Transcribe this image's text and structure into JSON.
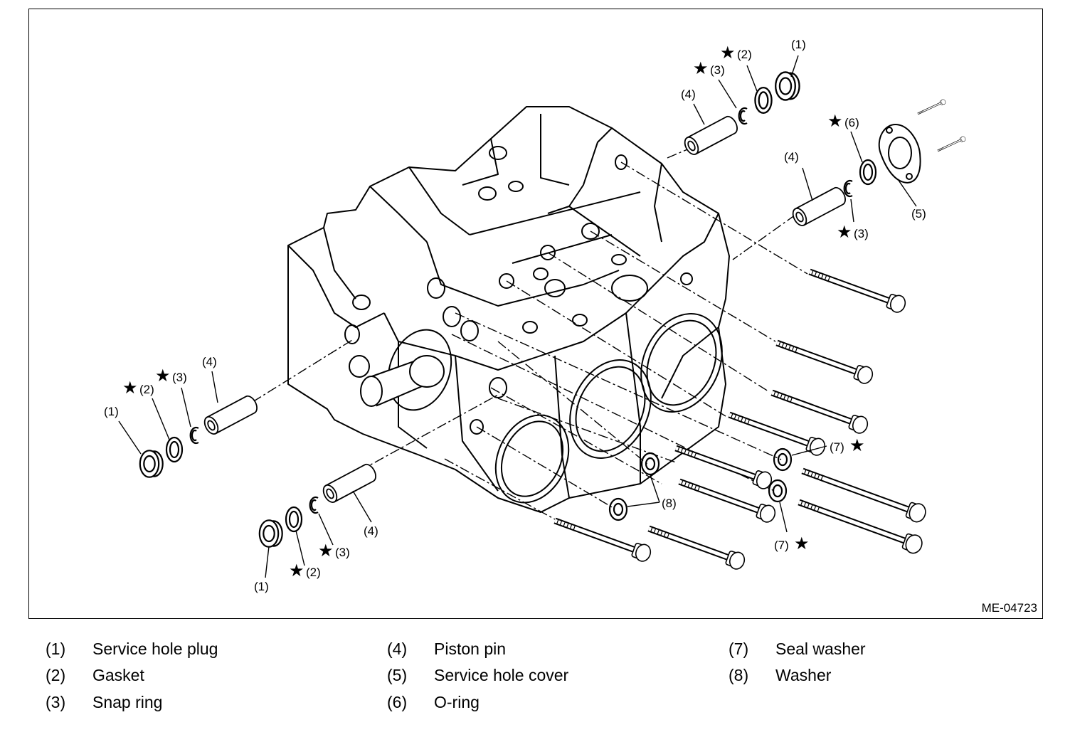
{
  "figure_id": "ME-04723",
  "callout_star": "★",
  "callouts": {
    "c1_tr": "(1)",
    "c2_tr": "(2)",
    "c3_tr": "(3)",
    "c4_tr": "(4)",
    "c6_r": "(6)",
    "c4_r": "(4)",
    "c5_r": "(5)",
    "c3_r": "(3)",
    "c4_l": "(4)",
    "c3_l": "(3)",
    "c2_l": "(2)",
    "c1_l": "(1)",
    "c4_b": "(4)",
    "c3_b": "(3)",
    "c2_b": "(2)",
    "c1_b": "(1)",
    "c7_a": "(7)",
    "c7_b": "(7)",
    "c8": "(8)"
  },
  "legend": [
    {
      "num": "(1)",
      "label": "Service hole plug"
    },
    {
      "num": "(2)",
      "label": "Gasket"
    },
    {
      "num": "(3)",
      "label": "Snap ring"
    },
    {
      "num": "(4)",
      "label": "Piston pin"
    },
    {
      "num": "(5)",
      "label": "Service hole cover"
    },
    {
      "num": "(6)",
      "label": "O-ring"
    },
    {
      "num": "(7)",
      "label": "Seal washer"
    },
    {
      "num": "(8)",
      "label": "Washer"
    }
  ]
}
